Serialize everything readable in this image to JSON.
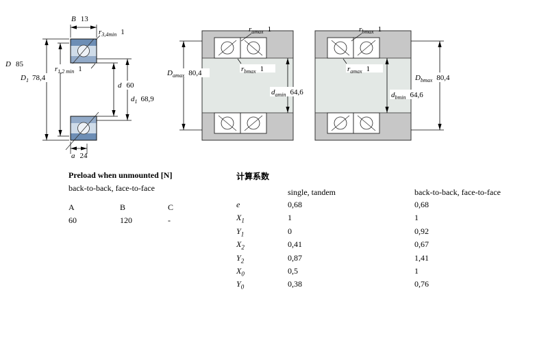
{
  "colors": {
    "bearing_ring_blue": "#6d8eb5",
    "bearing_light_blue": "#cfdce9",
    "housing_grey": "#c7c7c7",
    "shaft_grey": "#e3e8e5"
  },
  "cross_section": {
    "B": {
      "sym": "B",
      "value": "13"
    },
    "r34": {
      "sym": "r",
      "sub": "3,4min",
      "value": "1"
    },
    "D": {
      "sym": "D",
      "value": "85"
    },
    "D1": {
      "sym": "D",
      "sub": "1",
      "value": "78,4"
    },
    "r12": {
      "sym": "r",
      "sub": "1,2 min",
      "value": "1"
    },
    "d": {
      "sym": "d",
      "value": "60"
    },
    "d1": {
      "sym": "d",
      "sub": "1",
      "value": "68,9"
    },
    "a": {
      "sym": "a",
      "value": "24"
    }
  },
  "mounting_back_to_back": {
    "ramax": {
      "sym": "r",
      "sub": "amax",
      "value": "1"
    },
    "Damax": {
      "sym": "D",
      "sub": "amax",
      "value": "80,4"
    },
    "rbmax": {
      "sym": "r",
      "sub": "bmax",
      "value": "1"
    },
    "damin": {
      "sym": "d",
      "sub": "amin",
      "value": "64,6"
    }
  },
  "mounting_face_to_face": {
    "rbmax": {
      "sym": "r",
      "sub": "bmax",
      "value": "1"
    },
    "ramax": {
      "sym": "r",
      "sub": "amax",
      "value": "1"
    },
    "Dbmax": {
      "sym": "D",
      "sub": "bmax",
      "value": "80,4"
    },
    "dbmin": {
      "sym": "d",
      "sub": "bmin",
      "value": "64,6"
    }
  },
  "preload": {
    "title": "Preload when unmounted [N]",
    "subtitle": "back-to-back, face-to-face",
    "headers": [
      "A",
      "B",
      "C"
    ],
    "values": [
      "60",
      "120",
      "-"
    ]
  },
  "factors": {
    "title": "计算系数",
    "col1_header": "single, tandem",
    "col2_header": "back-to-back, face-to-face",
    "rows": [
      {
        "sym": "e",
        "sub": "",
        "col1": "0,68",
        "col2": "0,68"
      },
      {
        "sym": "X",
        "sub": "1",
        "col1": "1",
        "col2": "1"
      },
      {
        "sym": "Y",
        "sub": "1",
        "col1": "0",
        "col2": "0,92"
      },
      {
        "sym": "X",
        "sub": "2",
        "col1": "0,41",
        "col2": "0,67"
      },
      {
        "sym": "Y",
        "sub": "2",
        "col1": "0,87",
        "col2": "1,41"
      },
      {
        "sym": "X",
        "sub": "0",
        "col1": "0,5",
        "col2": "1"
      },
      {
        "sym": "Y",
        "sub": "0",
        "col1": "0,38",
        "col2": "0,76"
      }
    ]
  }
}
